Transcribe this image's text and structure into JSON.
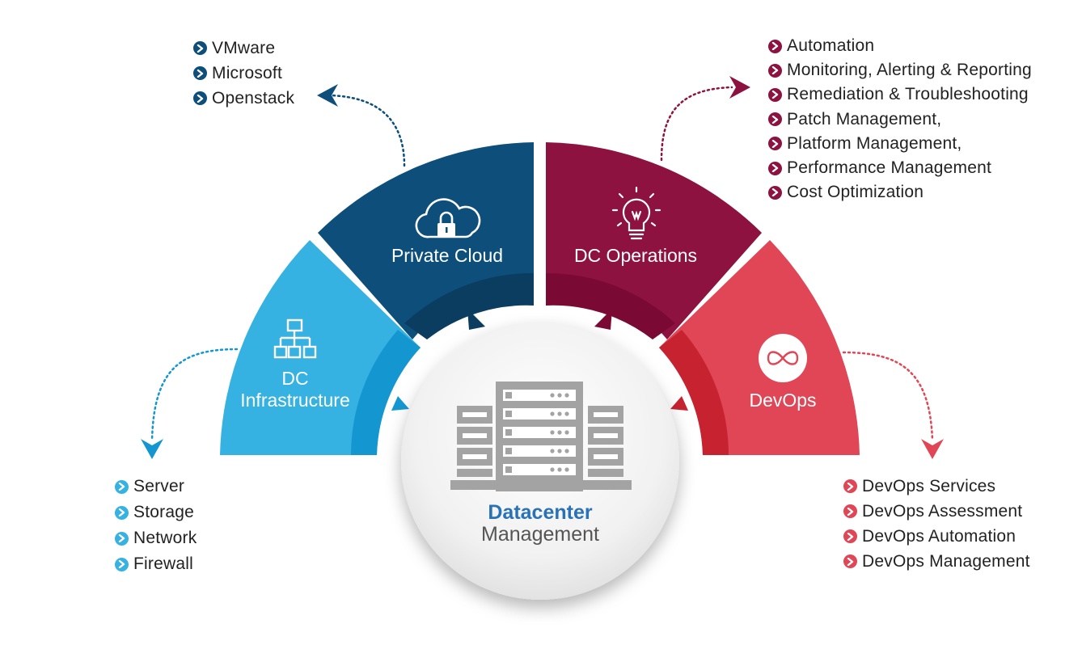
{
  "center": {
    "title": "Datacenter",
    "subtitle": "Management"
  },
  "segments": {
    "dc_infrastructure": {
      "line1": "DC",
      "line2": "Infrastructure",
      "icon": "network-hierarchy-icon",
      "color": "#35b1e2"
    },
    "private_cloud": {
      "label": "Private Cloud",
      "icon": "cloud-lock-icon",
      "color": "#0d4e7b"
    },
    "dc_operations": {
      "label": "DC Operations",
      "icon": "lightbulb-icon",
      "color": "#8e1240"
    },
    "devops": {
      "label": "DevOps",
      "icon": "infinity-icon",
      "color": "#e04655"
    }
  },
  "lists": {
    "private_cloud": [
      "VMware",
      "Microsoft",
      "Openstack"
    ],
    "dc_operations": [
      "Automation",
      "Monitoring, Alerting & Reporting",
      "Remediation & Troubleshooting",
      "Patch Management,",
      "Platform Management,",
      "Performance Management",
      "Cost Optimization"
    ],
    "dc_infrastructure": [
      "Server",
      "Storage",
      "Network",
      "Firewall"
    ],
    "devops": [
      "DevOps Services",
      "DevOps Assessment",
      "DevOps Automation",
      "DevOps Management"
    ]
  },
  "colors": {
    "infra": "#35b1e2",
    "cloud": "#0d4e7b",
    "ops": "#8e1240",
    "devops": "#e04655",
    "center_title": "#2872b5",
    "center_subtitle": "#555555",
    "server_gray": "#a3a3a3"
  }
}
